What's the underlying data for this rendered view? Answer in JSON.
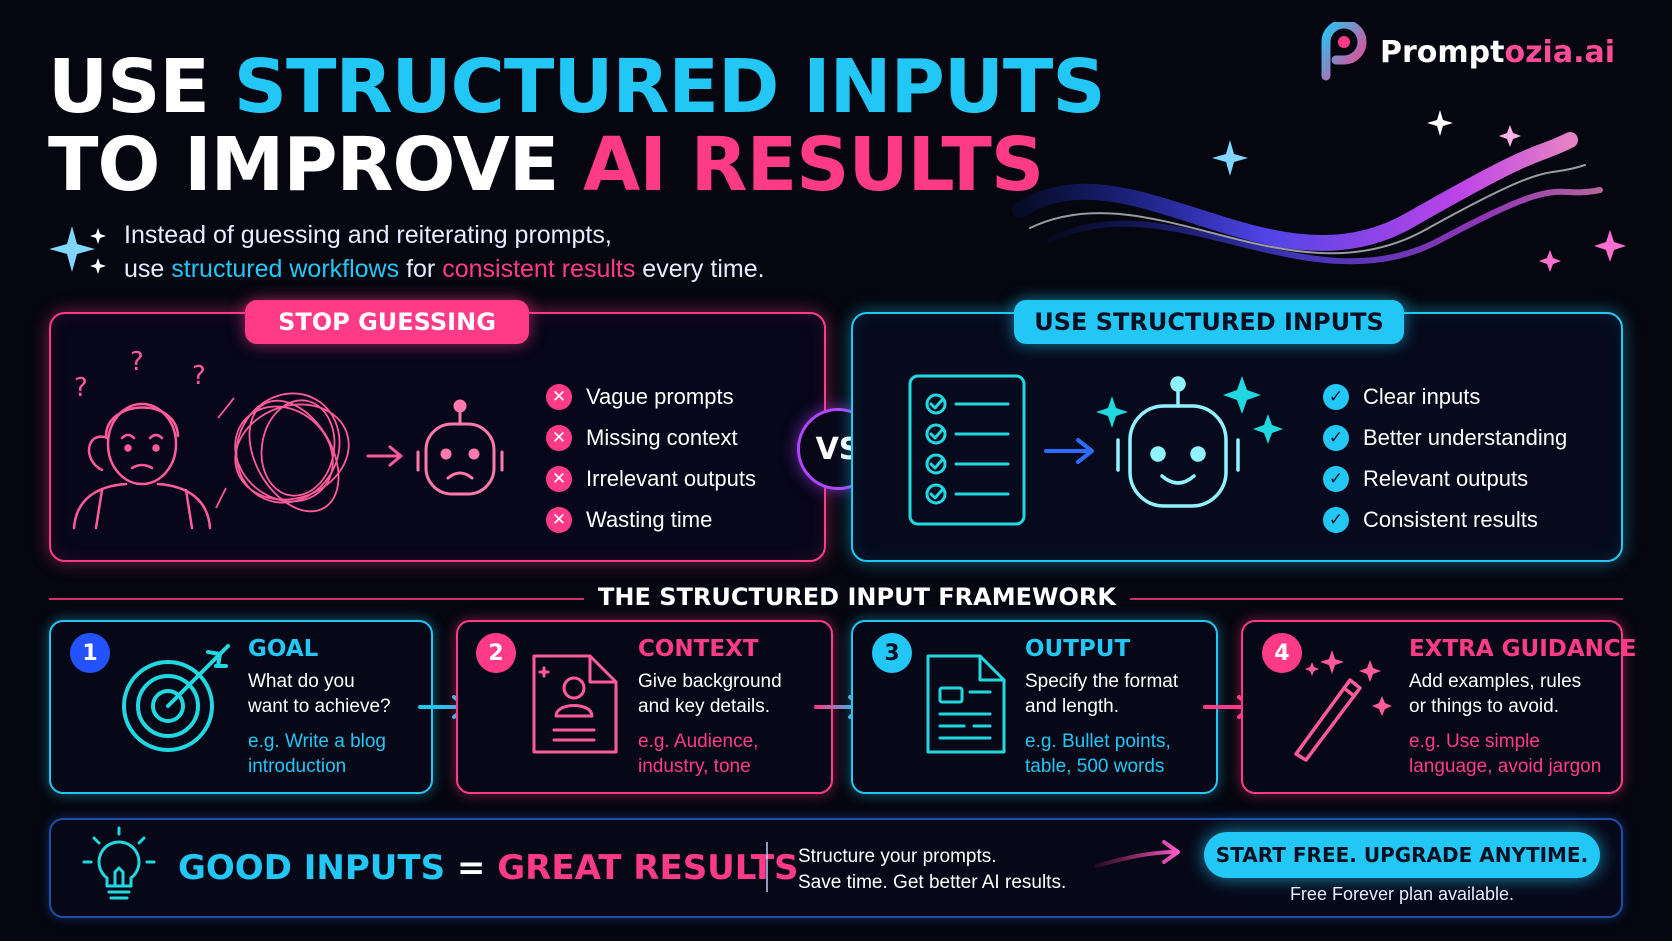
{
  "brand": {
    "name_prefix": "Prompt",
    "name_suffix": "ozia.ai"
  },
  "title": {
    "line1_a": "USE ",
    "line1_b": "STRUCTURED INPUTS",
    "line2_a": "TO IMPROVE ",
    "line2_b": "AI RESULTS"
  },
  "subtitle": {
    "line1": "Instead of guessing and reiterating prompts,",
    "line2_a": "use ",
    "line2_b": "structured workflows",
    "line2_c": " for ",
    "line2_d": "consistent results",
    "line2_e": " every time."
  },
  "stop_panel": {
    "label": "STOP GUESSING",
    "items": [
      "Vague prompts",
      "Missing context",
      "Irrelevant outputs",
      "Wasting time"
    ]
  },
  "vs_label": "VS",
  "use_panel": {
    "label": "USE STRUCTURED INPUTS",
    "items": [
      "Clear inputs",
      "Better understanding",
      "Relevant outputs",
      "Consistent results"
    ]
  },
  "framework_title": "THE STRUCTURED INPUT FRAMEWORK",
  "steps": [
    {
      "number": "1",
      "title": "GOAL",
      "desc1": "What do you",
      "desc2": "want to achieve?",
      "ex1": "e.g. Write a blog",
      "ex2": "introduction"
    },
    {
      "number": "2",
      "title": "CONTEXT",
      "desc1": "Give background",
      "desc2": "and key details.",
      "ex1": "e.g. Audience,",
      "ex2": "industry, tone"
    },
    {
      "number": "3",
      "title": "OUTPUT",
      "desc1": "Specify the format",
      "desc2": "and length.",
      "ex1": "e.g. Bullet points,",
      "ex2": "table, 500 words"
    },
    {
      "number": "4",
      "title": "EXTRA GUIDANCE",
      "desc1": "Add examples, rules",
      "desc2": "or things to avoid.",
      "ex1": "e.g. Use simple",
      "ex2": "language, avoid jargon"
    }
  ],
  "bottom": {
    "slogan_a": "GOOD INPUTS",
    "slogan_eq": " = ",
    "slogan_b": "GREAT RESULTS",
    "text1": "Structure your prompts.",
    "text2": "Save time. Get better AI results.",
    "cta": "START FREE. UPGRADE ANYTIME.",
    "cta_note": "Free Forever plan available."
  },
  "colors": {
    "cyan": "#22c7f5",
    "pink": "#ff3b87",
    "blue": "#2353ff",
    "purple": "#b047ff",
    "background": "#05060f"
  },
  "icons": [
    "logo-mark-icon",
    "sparkle-icon",
    "confused-person-icon",
    "scribble-icon",
    "sad-robot-icon",
    "checklist-icon",
    "happy-robot-icon",
    "target-icon",
    "profile-document-icon",
    "format-document-icon",
    "magic-wand-icon",
    "lightbulb-icon",
    "arrow-icon"
  ]
}
